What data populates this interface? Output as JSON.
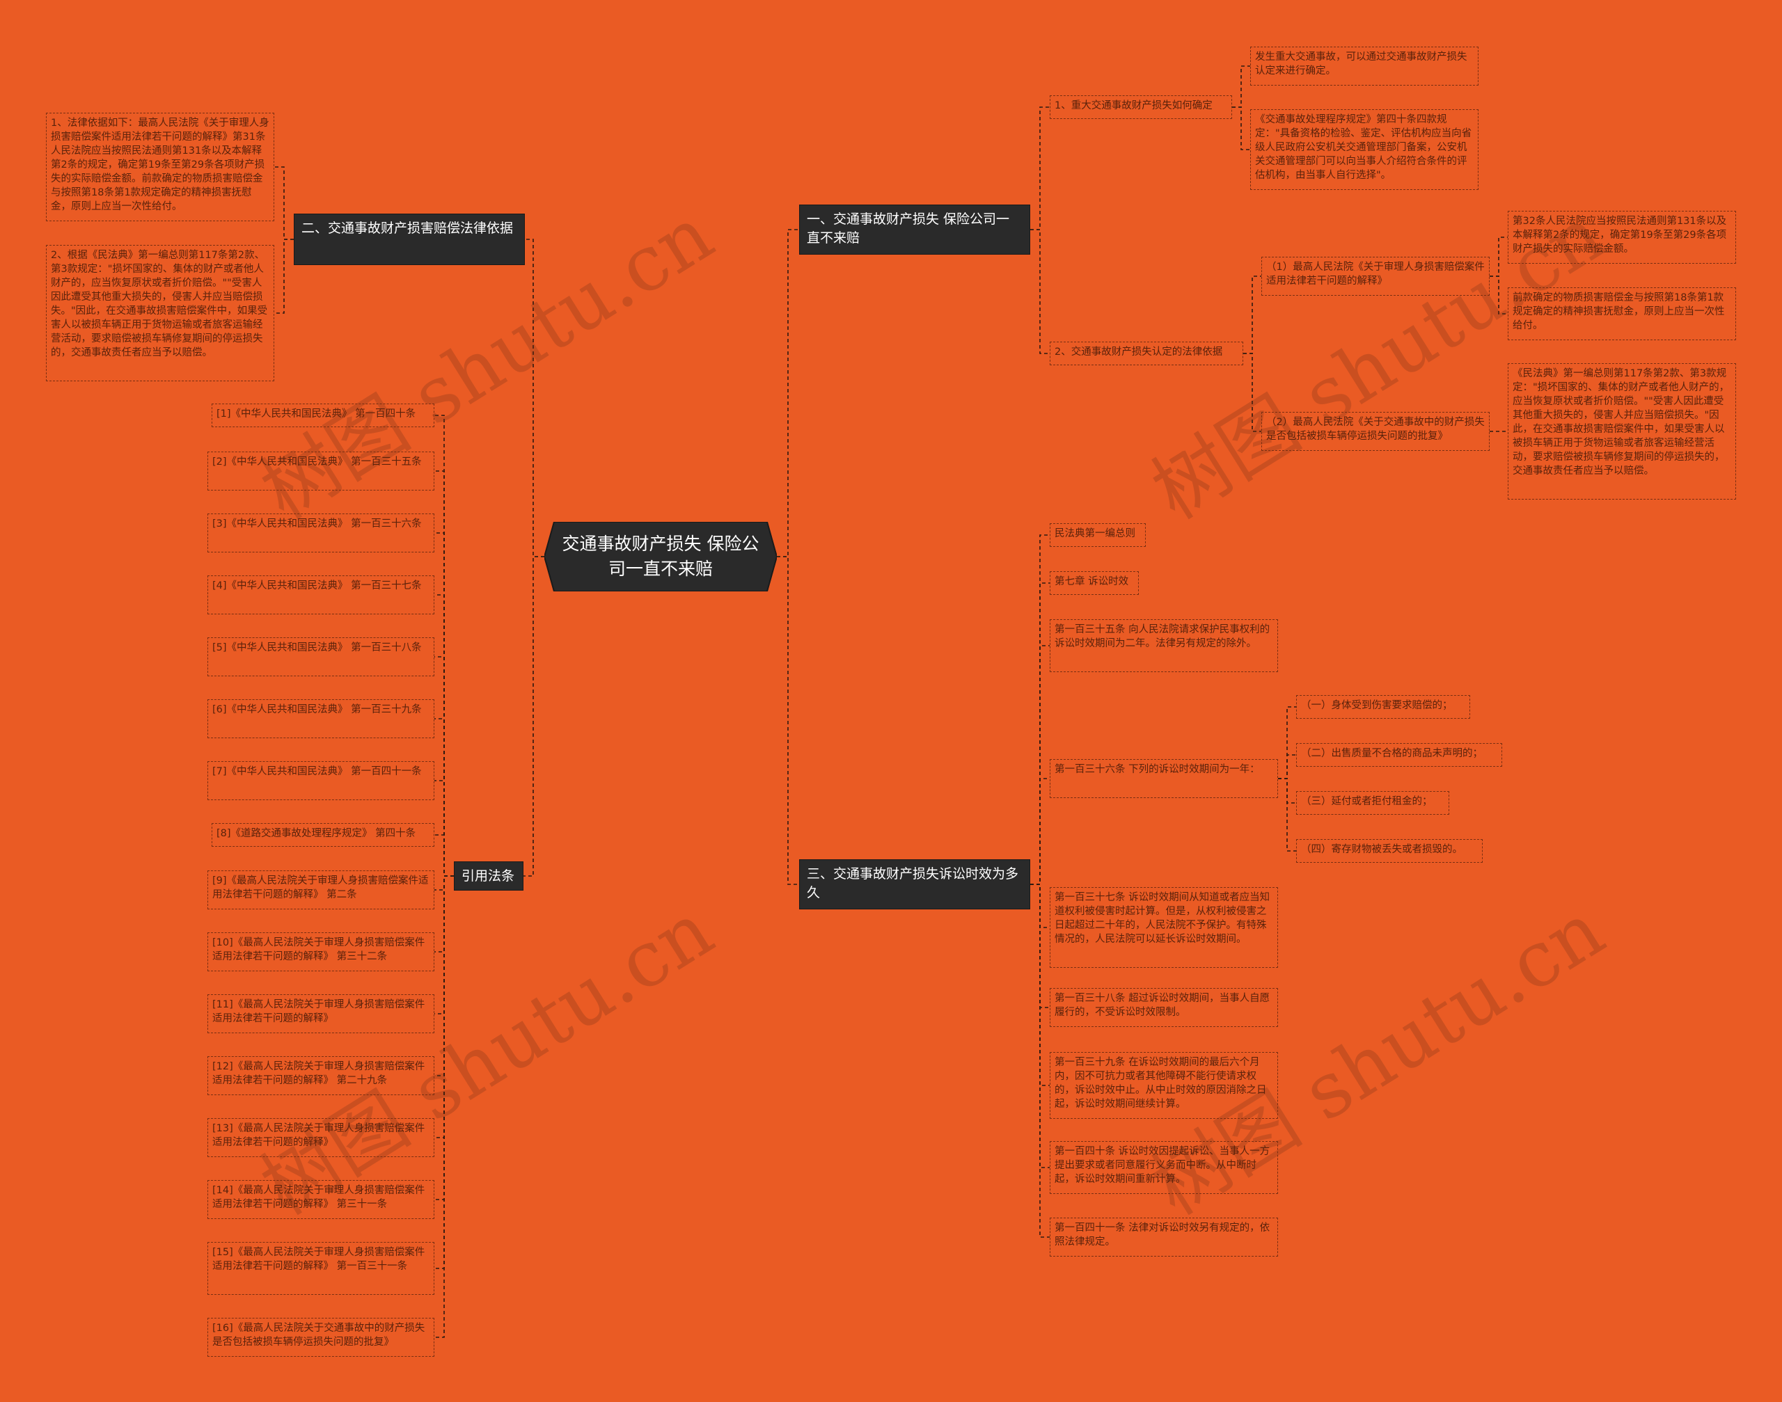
{
  "watermark": "树图 shutu.cn",
  "colors": {
    "background": "#EA5B24",
    "dark_node": "#2A2A2A",
    "line": "#2E1A10"
  },
  "center": "交通事故财产损失 保险公司一直不来赔",
  "left": {
    "law_basis": {
      "title": "二、交通事故财产损害赔偿法律依据",
      "items": [
        "1、法律依据如下：最高人民法院《关于审理人身损害赔偿案件适用法律若干问题的解释》第31条人民法院应当按照民法通则第131条以及本解释第2条的规定，确定第19条至第29条各项财产损失的实际赔偿金额。前款确定的物质损害赔偿金与按照第18条第1款规定确定的精神损害抚慰金，原则上应当一次性给付。",
        "2、根据《民法典》第一编总则第117条第2款、第3款规定：\"损坏国家的、集体的财产或者他人财产的，应当恢复原状或者折价赔偿。\"\"受害人因此遭受其他重大损失的，侵害人并应当赔偿损失。\"因此，在交通事故损害赔偿案件中，如果受害人以被损车辆正用于货物运输或者旅客运输经营活动，要求赔偿被损车辆修复期间的停运损失的，交通事故责任者应当予以赔偿。"
      ]
    },
    "citations": {
      "title": "引用法条",
      "items": [
        "[1]《中华人民共和国民法典》 第一百四十条",
        "[2]《中华人民共和国民法典》 第一百三十五条",
        "[3]《中华人民共和国民法典》 第一百三十六条",
        "[4]《中华人民共和国民法典》 第一百三十七条",
        "[5]《中华人民共和国民法典》 第一百三十八条",
        "[6]《中华人民共和国民法典》 第一百三十九条",
        "[7]《中华人民共和国民法典》 第一百四十一条",
        "[8]《道路交通事故处理程序规定》 第四十条",
        "[9]《最高人民法院关于审理人身损害赔偿案件适用法律若干问题的解释》 第二条",
        "[10]《最高人民法院关于审理人身损害赔偿案件适用法律若干问题的解释》 第三十二条",
        "[11]《最高人民法院关于审理人身损害赔偿案件适用法律若干问题的解释》",
        "[12]《最高人民法院关于审理人身损害赔偿案件适用法律若干问题的解释》 第二十九条",
        "[13]《最高人民法院关于审理人身损害赔偿案件适用法律若干问题的解释》",
        "[14]《最高人民法院关于审理人身损害赔偿案件适用法律若干问题的解释》 第三十一条",
        "[15]《最高人民法院关于审理人身损害赔偿案件适用法律若干问题的解释》 第一百三十一条",
        "[16]《最高人民法院关于交通事故中的财产损失是否包括被损车辆停运损失问题的批复》"
      ]
    }
  },
  "right": {
    "branch1": {
      "title": "一、交通事故财产损失 保险公司一直不来赔",
      "sub1": {
        "title": "1、重大交通事故财产损失如何确定",
        "items": [
          "发生重大交通事故，可以通过交通事故财产损失认定来进行确定。",
          "《交通事故处理程序规定》第四十条四款规定：\"具备资格的检验、鉴定、评估机构应当向省级人民政府公安机关交通管理部门备案，公安机关交通管理部门可以向当事人介绍符合条件的评估机构，由当事人自行选择\"。"
        ]
      },
      "sub2": {
        "title": "2、交通事故财产损失认定的法律依据",
        "a": {
          "title": "（1）最高人民法院《关于审理人身损害赔偿案件适用法律若干问题的解释》",
          "items": [
            "第32条人民法院应当按照民法通则第131条以及本解释第2条的规定，确定第19条至第29条各项财产损失的实际赔偿金额。",
            "前款确定的物质损害赔偿金与按照第18条第1款规定确定的精神损害抚慰金，原则上应当一次性给付。"
          ]
        },
        "b": {
          "title": "（2）最高人民法院《关于交通事故中的财产损失是否包括被损车辆停运损失问题的批复》",
          "items": [
            "《民法典》第一编总则第117条第2款、第3款规定：\"损坏国家的、集体的财产或者他人财产的，应当恢复原状或者折价赔偿。\"\"受害人因此遭受其他重大损失的，侵害人并应当赔偿损失。\"因此，在交通事故损害赔偿案件中，如果受害人以被损车辆正用于货物运输或者旅客运输经营活动，要求赔偿被损车辆修复期间的停运损失的，交通事故责任者应当予以赔偿。"
          ]
        }
      }
    },
    "branch3": {
      "title": "三、交通事故财产损失诉讼时效为多久",
      "items": [
        "民法典第一编总则",
        "第七章 诉讼时效",
        "第一百三十五条 向人民法院请求保护民事权利的诉讼时效期间为二年。法律另有规定的除外。",
        "第一百三十六条 下列的诉讼时效期间为一年：",
        "第一百三十七条 诉讼时效期间从知道或者应当知道权利被侵害时起计算。但是，从权利被侵害之日起超过二十年的，人民法院不予保护。有特殊情况的，人民法院可以延长诉讼时效期间。",
        "第一百三十八条 超过诉讼时效期间，当事人自愿履行的，不受诉讼时效限制。",
        "第一百三十九条 在诉讼时效期间的最后六个月内，因不可抗力或者其他障碍不能行使请求权的，诉讼时效中止。从中止时效的原因消除之日起，诉讼时效期间继续计算。",
        "第一百四十条 诉讼时效因提起诉讼、当事人一方提出要求或者同意履行义务而中断。从中断时起，诉讼时效期间重新计算。",
        "第一百四十一条 法律对诉讼时效另有规定的，依照法律规定。"
      ],
      "sub136": [
        "（一）身体受到伤害要求赔偿的；",
        "（二）出售质量不合格的商品未声明的；",
        "（三）延付或者拒付租金的；",
        "（四）寄存财物被丢失或者损毁的。"
      ]
    }
  }
}
